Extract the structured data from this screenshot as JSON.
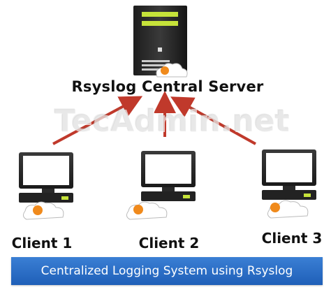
{
  "diagram": {
    "server_label": "Rsyslog Central Server",
    "clients": [
      {
        "label": "Client 1"
      },
      {
        "label": "Client 2"
      },
      {
        "label": "Client 3"
      }
    ],
    "watermark": "TecAdmin.net",
    "banner_text": "Centralized Logging System using Rsyslog"
  },
  "colors": {
    "arrow": "#c0392b",
    "server_body": "#2b2b2b",
    "accent_green": "#c6e33a",
    "banner": "#2e6fc8",
    "orange_dot": "#f08a1c"
  },
  "icons": [
    "server-icon",
    "monitor-icon",
    "cloud-icon"
  ]
}
